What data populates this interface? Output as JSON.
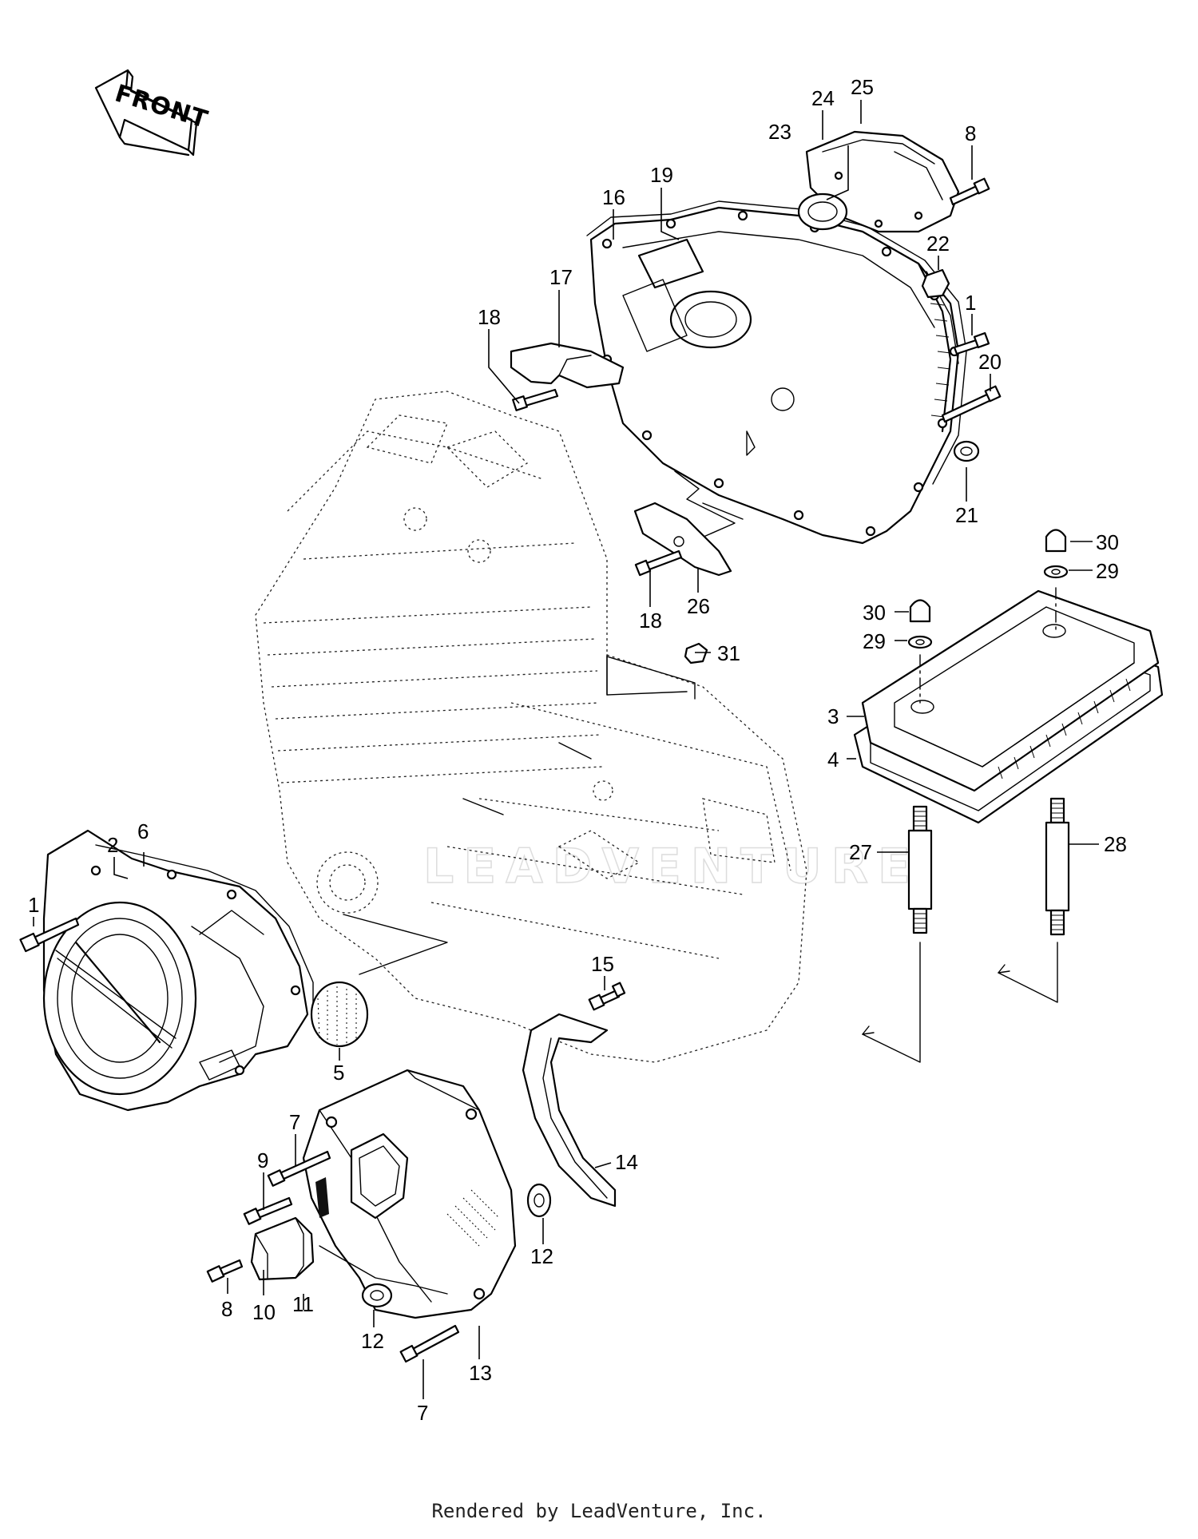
{
  "front_badge": "FRONT",
  "watermark": "LEADVENTURE",
  "credit": "Rendered by LeadVenture, Inc.",
  "callouts": [
    "1",
    "2",
    "6",
    "5",
    "7",
    "9",
    "8",
    "10",
    "11",
    "12",
    "12",
    "7",
    "13",
    "14",
    "15",
    "1",
    "8",
    "16",
    "17",
    "18",
    "18",
    "19",
    "20",
    "21",
    "22",
    "23",
    "24",
    "25",
    "26",
    "31",
    "30",
    "29",
    "30",
    "29",
    "3",
    "4",
    "27",
    "28"
  ]
}
